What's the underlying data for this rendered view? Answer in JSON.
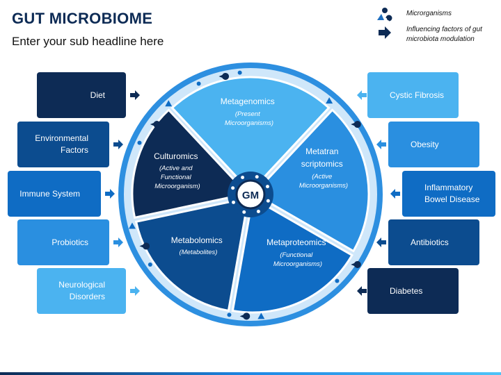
{
  "header": {
    "title": "GUT MICROBIOME",
    "subtitle": "Enter your sub headline here"
  },
  "legend": [
    {
      "icon": "microorganisms-icon",
      "text": "Microrganisms"
    },
    {
      "icon": "arrow-right-icon",
      "text": "Influencing factors of gut microbiota modulation"
    }
  ],
  "center_label": "GM",
  "segments": [
    {
      "title": "Metagenomics",
      "subtitle": "(Present Microorganisms)",
      "color": "#4bb3f0"
    },
    {
      "title": "Metatran scriptomics",
      "subtitle": "(Active Microorganisms)",
      "color": "#2a8fe0"
    },
    {
      "title": "Metaproteomics",
      "subtitle": "(Functional Microorganisms)",
      "color": "#0f6cc4"
    },
    {
      "title": "Metabolomics",
      "subtitle": "(Metabolites)",
      "color": "#0c4c8f"
    },
    {
      "title": "Culturomics",
      "subtitle": "(Active and Functional Microorganism)",
      "color": "#0d2b55"
    }
  ],
  "left_factors": [
    "Diet",
    "Environmental Factors",
    "Immune System",
    "Probiotics",
    "Neurological Disorders"
  ],
  "right_factors": [
    "Cystic Fibrosis",
    "Obesity",
    "Inflammatory Bowel Disease",
    "Antibiotics",
    "Diabetes"
  ],
  "colors": {
    "dark_navy": "#0d2b55",
    "navy": "#0c4c8f",
    "blue": "#0f6cc4",
    "mid_blue": "#2a8fe0",
    "light_blue": "#4bb3f0",
    "ring_outer": "#2d8fe0",
    "ring_inner": "#cfe7fa"
  }
}
